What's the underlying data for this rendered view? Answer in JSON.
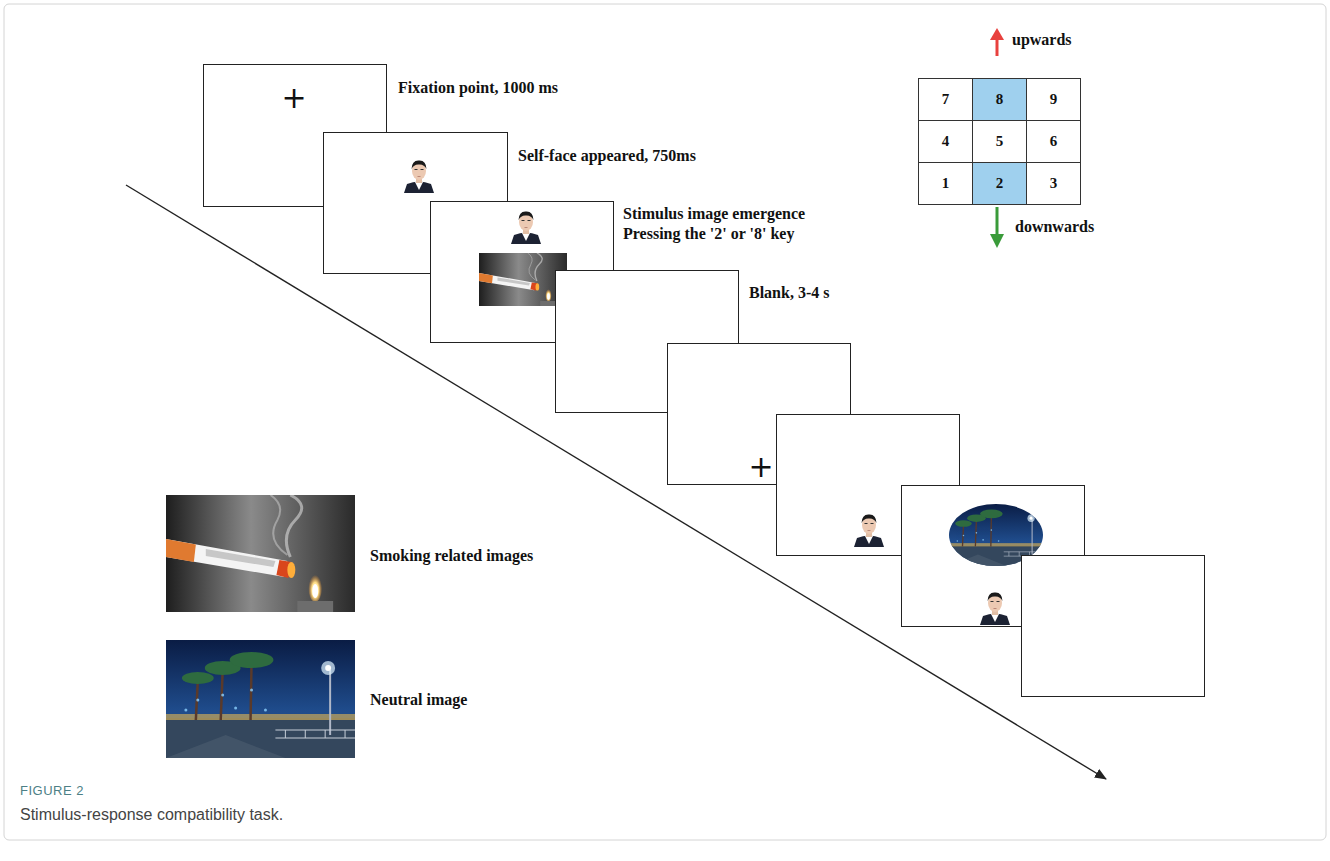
{
  "diagram": {
    "caption": "Stimulus-response compatibility task.",
    "nodes": [
      {
        "text": [
          "+",
          "Fixation point, 1000 ms"
        ]
      },
      {
        "text": [
          "Self-face appeared, 750ms"
        ]
      },
      {
        "text": [
          "Stimulus image emergence",
          "Pressing the '2' or '8' key"
        ]
      },
      {
        "text": [
          "Blank, 3-4 s"
        ]
      },
      {
        "text": [
          "+"
        ]
      },
      {
        "text": [
          "7"
        ]
      },
      {
        "text": [
          "8"
        ]
      },
      {
        "text": [
          "9"
        ]
      },
      {
        "text": [
          "4"
        ]
      },
      {
        "text": [
          "5"
        ]
      },
      {
        "text": [
          "6"
        ]
      },
      {
        "text": [
          "1"
        ]
      },
      {
        "text": [
          "2"
        ]
      },
      {
        "text": [
          "3"
        ]
      }
    ],
    "labels": [
      "upwards",
      "downwards",
      "Smoking related images",
      "Neutral image",
      "FIGURE 2"
    ]
  }
}
